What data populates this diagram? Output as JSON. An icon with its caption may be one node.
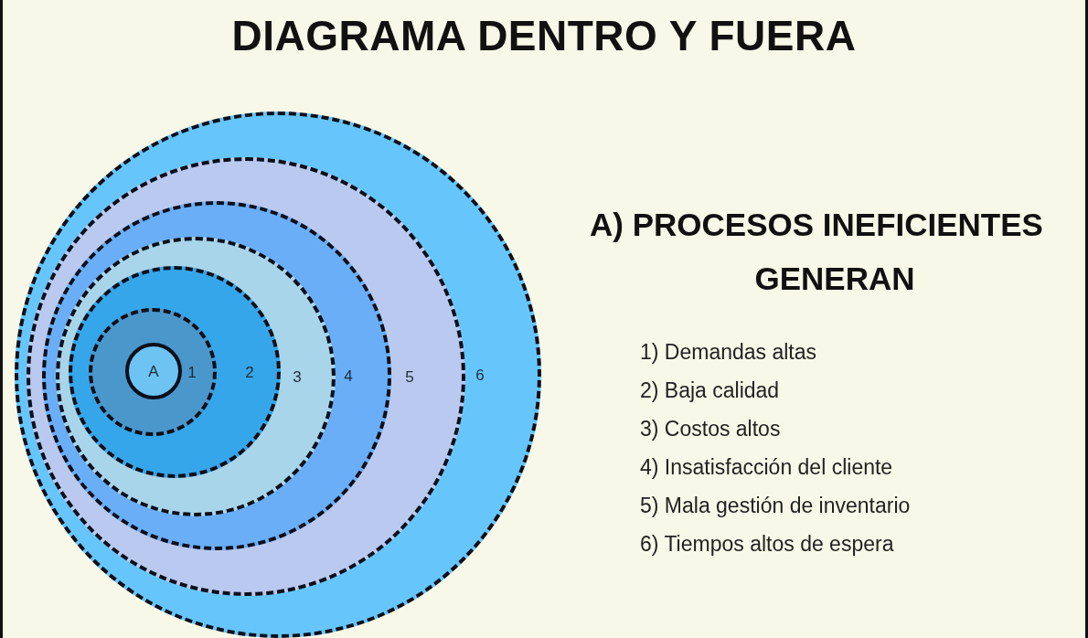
{
  "diagram": {
    "title": "DIAGRAMA DENTRO Y FUERA",
    "nodes": [
      {
        "text": [
          "6"
        ]
      },
      {
        "text": [
          "5"
        ],
        "in": 0
      },
      {
        "text": [
          "4"
        ],
        "in": 1
      },
      {
        "text": [
          "3"
        ],
        "in": 2
      },
      {
        "text": [
          "2"
        ],
        "in": 3
      },
      {
        "text": [
          "1"
        ],
        "in": 4
      },
      {
        "text": [
          "A"
        ],
        "in": 5
      }
    ],
    "labels": [
      "A) PROCESOS INEFICIENTES",
      "GENERAN",
      "1) Demandas altas",
      "2) Baja calidad",
      "3) Costos altos",
      "4) Insatisfacción del cliente",
      "5) Mala gestión de inventario",
      "6) Tiempos altos de espera"
    ]
  }
}
